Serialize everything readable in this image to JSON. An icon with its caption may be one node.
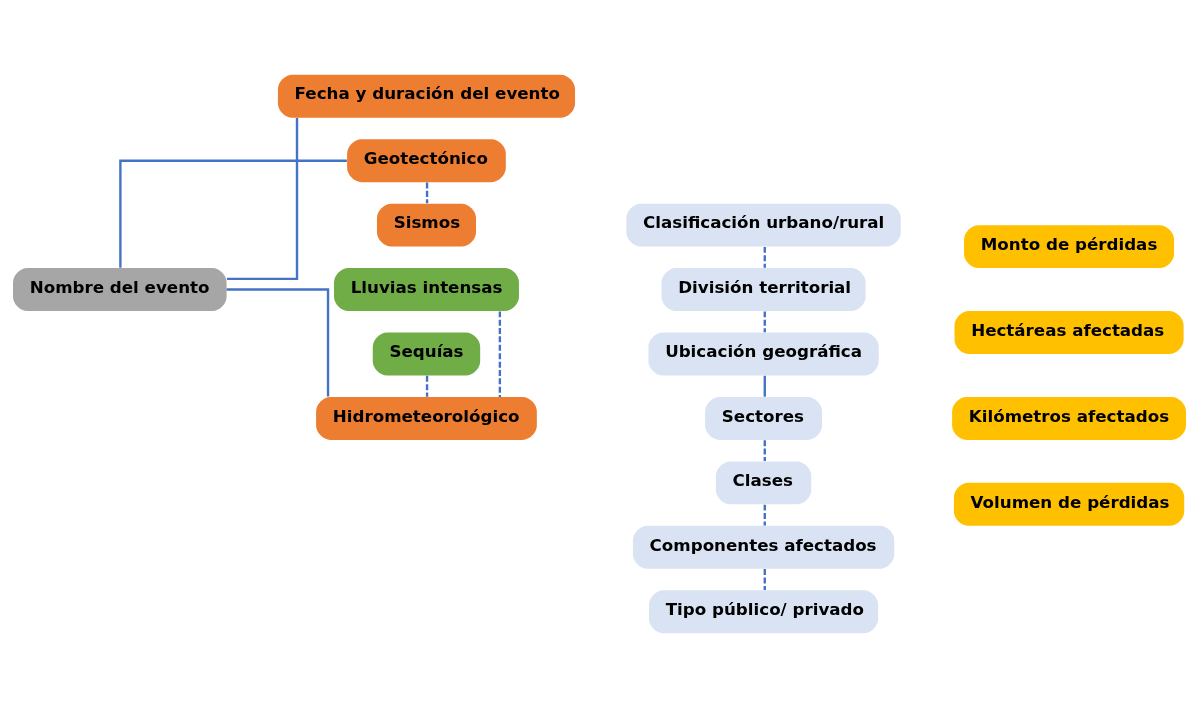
{
  "diagram": {
    "nodes": [
      {
        "text": [
          "Nombre del evento"
        ]
      },
      {
        "text": [
          "Fecha y duración del evento"
        ]
      },
      {
        "text": [
          "Lluvias intensas"
        ]
      },
      {
        "text": [
          "Sequías"
        ]
      },
      {
        "text": [
          "Hidrometeorológico"
        ]
      },
      {
        "text": [
          "Geotectónico"
        ]
      },
      {
        "text": [
          "Sismos"
        ]
      },
      {
        "text": [
          "Clasificación urbano/rural"
        ]
      },
      {
        "text": [
          "División territorial"
        ]
      },
      {
        "text": [
          "Ubicación geográfica"
        ]
      },
      {
        "text": [
          "Sectores"
        ]
      },
      {
        "text": [
          "Clases"
        ]
      },
      {
        "text": [
          "Componentes afectados"
        ]
      },
      {
        "text": [
          "Tipo público/ privado"
        ]
      },
      {
        "text": [
          "Monto de pérdidas"
        ]
      },
      {
        "text": [
          "Hectáreas afectadas"
        ]
      },
      {
        "text": [
          "Kilómetros afectados"
        ]
      },
      {
        "text": [
          "Volumen de pérdidas"
        ]
      }
    ],
    "edges": [
      {
        "from": 0,
        "to": 1,
        "arrow": "none"
      },
      {
        "from": 0,
        "to": 4,
        "arrow": "none"
      },
      {
        "from": 0,
        "to": 5,
        "arrow": "none"
      },
      {
        "from": 2,
        "to": 4,
        "arrow": "none",
        "style": "dashed"
      },
      {
        "from": 3,
        "to": 4,
        "arrow": "none",
        "style": "dashed"
      },
      {
        "from": 5,
        "to": 6,
        "arrow": "none",
        "style": "dashed"
      },
      {
        "from": 7,
        "to": 8,
        "arrow": "none",
        "style": "dashed"
      },
      {
        "from": 8,
        "to": 9,
        "arrow": "none",
        "style": "dashed"
      },
      {
        "from": 9,
        "to": 10,
        "arrow": "none"
      },
      {
        "from": 10,
        "to": 11,
        "arrow": "none",
        "style": "dashed"
      },
      {
        "from": 11,
        "to": 12,
        "arrow": "none",
        "style": "dashed"
      },
      {
        "from": 12,
        "to": 13,
        "arrow": "none",
        "style": "dashed"
      }
    ]
  }
}
